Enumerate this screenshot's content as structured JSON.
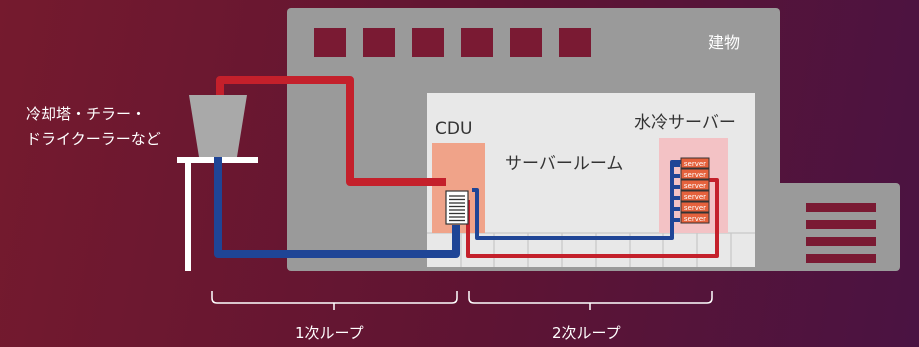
{
  "labels": {
    "building": "建物",
    "cooling_line1": "冷却塔・チラー・",
    "cooling_line2": "ドライクーラーなど",
    "cdu": "CDU",
    "server_room": "サーバールーム",
    "water_cooled_server": "水冷サーバー",
    "server_unit": "server",
    "primary_loop": "1次ループ",
    "secondary_loop": "2次ループ"
  },
  "colors": {
    "building": "#9a9a9a",
    "server_room": "#e8e8e8",
    "cdu_box": "#f0a389",
    "hot_pipe": "#c4202b",
    "cold_pipe": "#1f4596",
    "server_unit": "#e5623d",
    "background": "#6a1733"
  },
  "server_count": 6
}
